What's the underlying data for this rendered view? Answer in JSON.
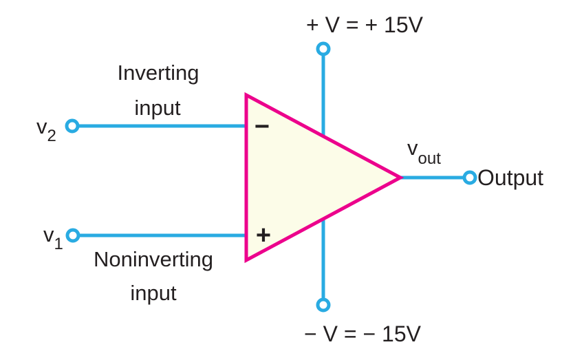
{
  "figure": {
    "type": "operational-amplifier schematic diagram",
    "colors": {
      "wire": "#29ABE2",
      "opamp_stroke": "#EC008C",
      "opamp_fill": "#FCFCE8",
      "text": "#231F20",
      "background": "#FFFFFF"
    },
    "labels": {
      "positive_supply": "+ V = + 15V",
      "negative_supply": "− V = − 15V",
      "inverting_line1": "Inverting",
      "inverting_line2": "input",
      "noninverting_line1": "Noninverting",
      "noninverting_line2": "input",
      "v2_symbol": "v",
      "v2_subscript": "2",
      "v1_symbol": "v",
      "v1_subscript": "1",
      "vout_symbol": "v",
      "vout_subscript": "out",
      "output": "Output",
      "inverting_pin_sign": "−",
      "noninverting_pin_sign": "+"
    }
  }
}
